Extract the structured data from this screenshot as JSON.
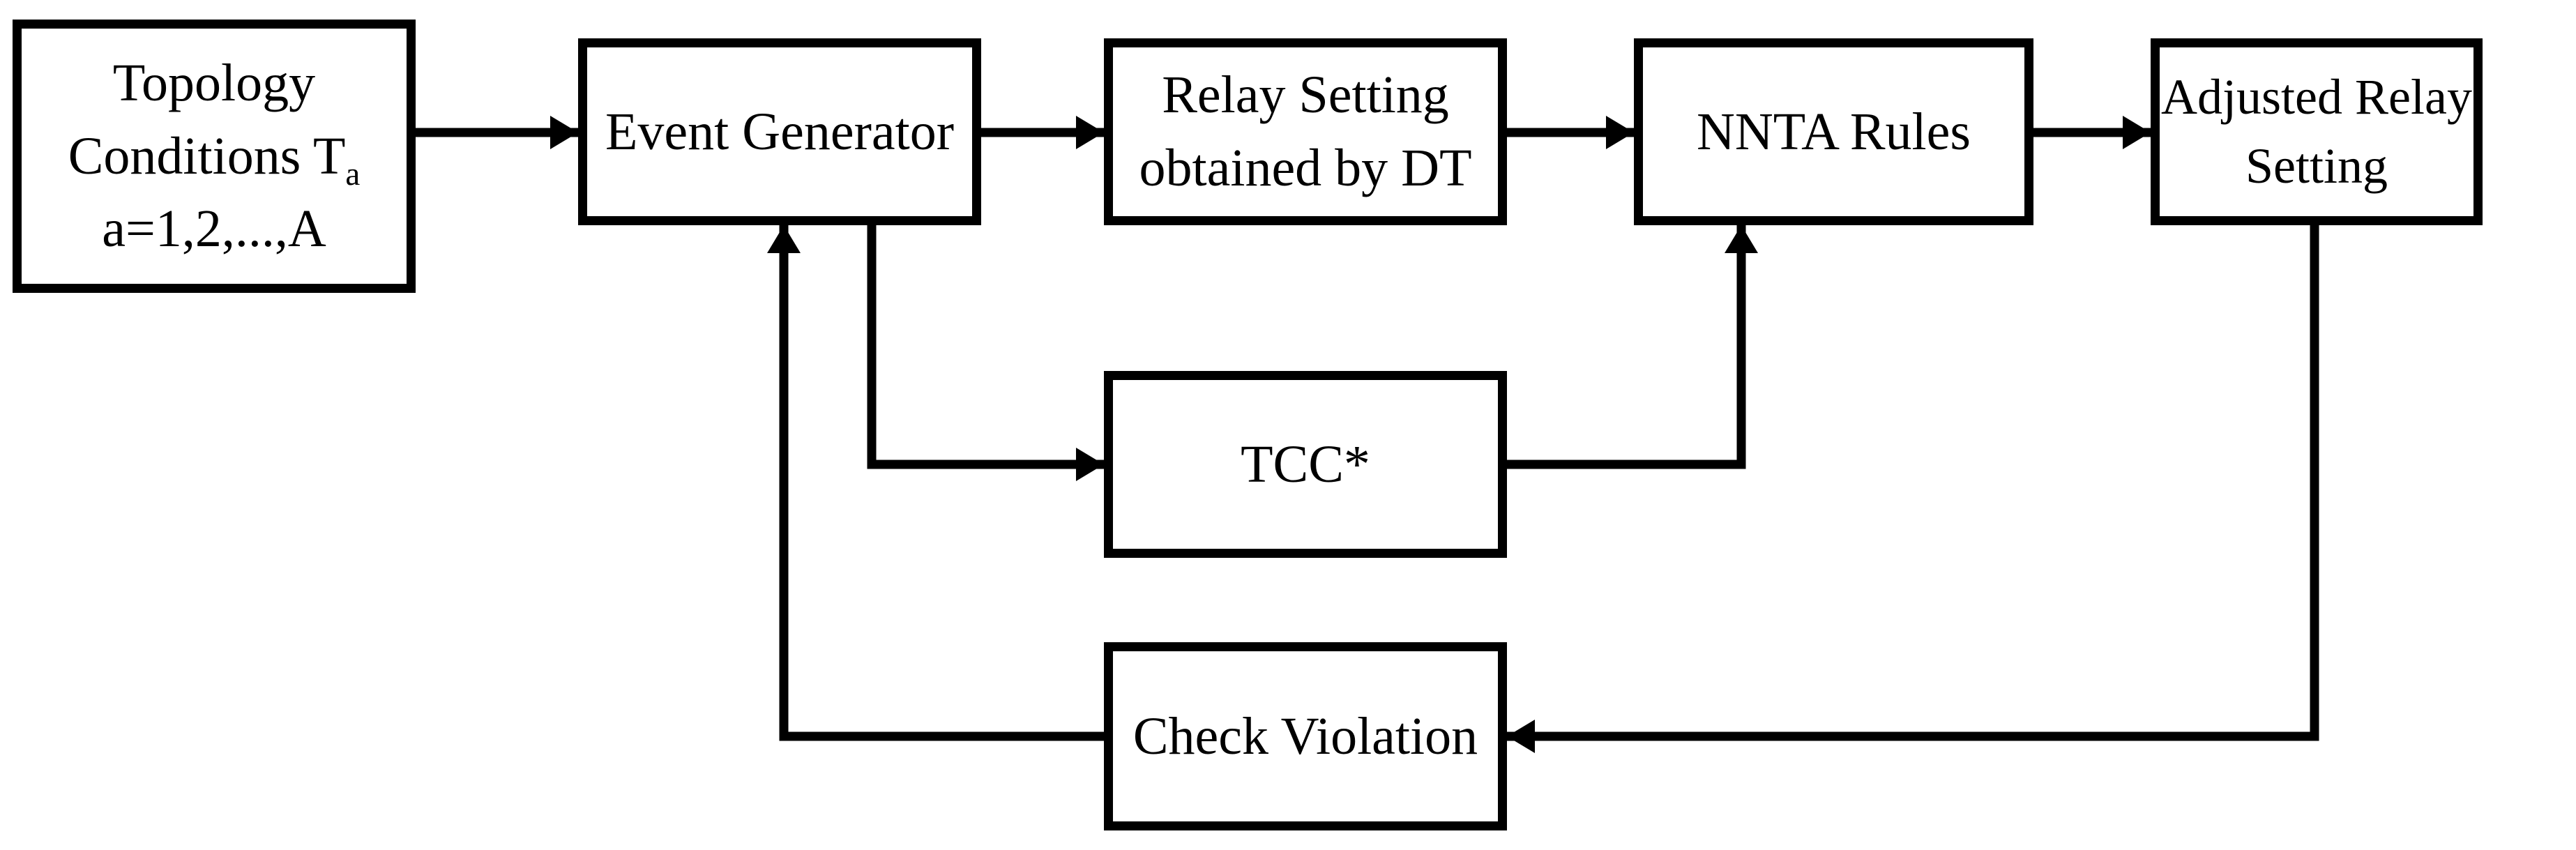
{
  "diagram": {
    "type": "flowchart",
    "colors": {
      "ink": "#000000",
      "background": "#ffffff",
      "node_fill": "#ffffff"
    },
    "nodes": {
      "topology": {
        "line1": "Topology",
        "line2_main": "Conditions T",
        "line2_subscript": "a",
        "line3": "a=1,2,...,A"
      },
      "event_generator": {
        "label": "Event Generator"
      },
      "relay_setting": {
        "line1": "Relay Setting",
        "line2": "obtained by DT"
      },
      "nnta_rules": {
        "label": "NNTA Rules"
      },
      "adjusted_relay": {
        "line1": "Adjusted Relay",
        "line2": "Setting"
      },
      "tcc": {
        "label": "TCC*"
      },
      "check_violation": {
        "label": "Check Violation"
      }
    },
    "edges": [
      {
        "from": "topology-conditions",
        "to": "event-generator",
        "style": "arrow-right"
      },
      {
        "from": "event-generator",
        "to": "relay-setting-obtained-by-dt",
        "style": "arrow-right"
      },
      {
        "from": "relay-setting-obtained-by-dt",
        "to": "nnta-rules",
        "style": "arrow-right"
      },
      {
        "from": "nnta-rules",
        "to": "adjusted-relay-setting",
        "style": "arrow-right"
      },
      {
        "from": "event-generator",
        "to": "tcc",
        "style": "elbow-down-right"
      },
      {
        "from": "tcc",
        "to": "nnta-rules",
        "style": "elbow-right-up"
      },
      {
        "from": "adjusted-relay-setting",
        "to": "check-violation",
        "style": "elbow-down-left"
      },
      {
        "from": "check-violation",
        "to": "event-generator",
        "style": "elbow-left-up"
      }
    ]
  }
}
